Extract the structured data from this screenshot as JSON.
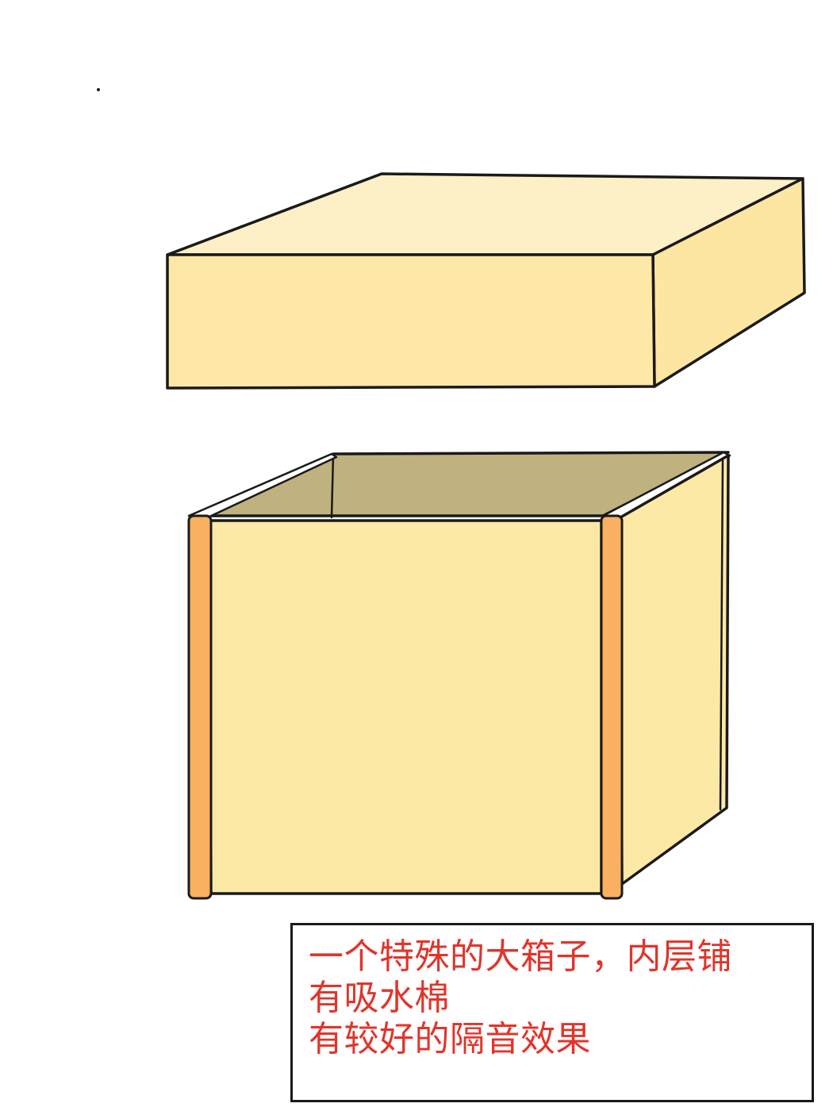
{
  "caption": {
    "lines": [
      "一个特殊的大箱子，内层铺",
      "有吸水棉",
      "有较好的隔音效果"
    ]
  },
  "colors": {
    "lid_front": "#fde8a8",
    "lid_top": "#fdf0c6",
    "lid_side": "#fde6a2",
    "box_front": "#fde9a6",
    "box_side": "#fde9a6",
    "box_inside": "#bfb27f",
    "box_rim": "#ffffff",
    "foam_edge": "#f9b060",
    "outline": "#1a1a1a",
    "caption_text": "#e0352b"
  }
}
